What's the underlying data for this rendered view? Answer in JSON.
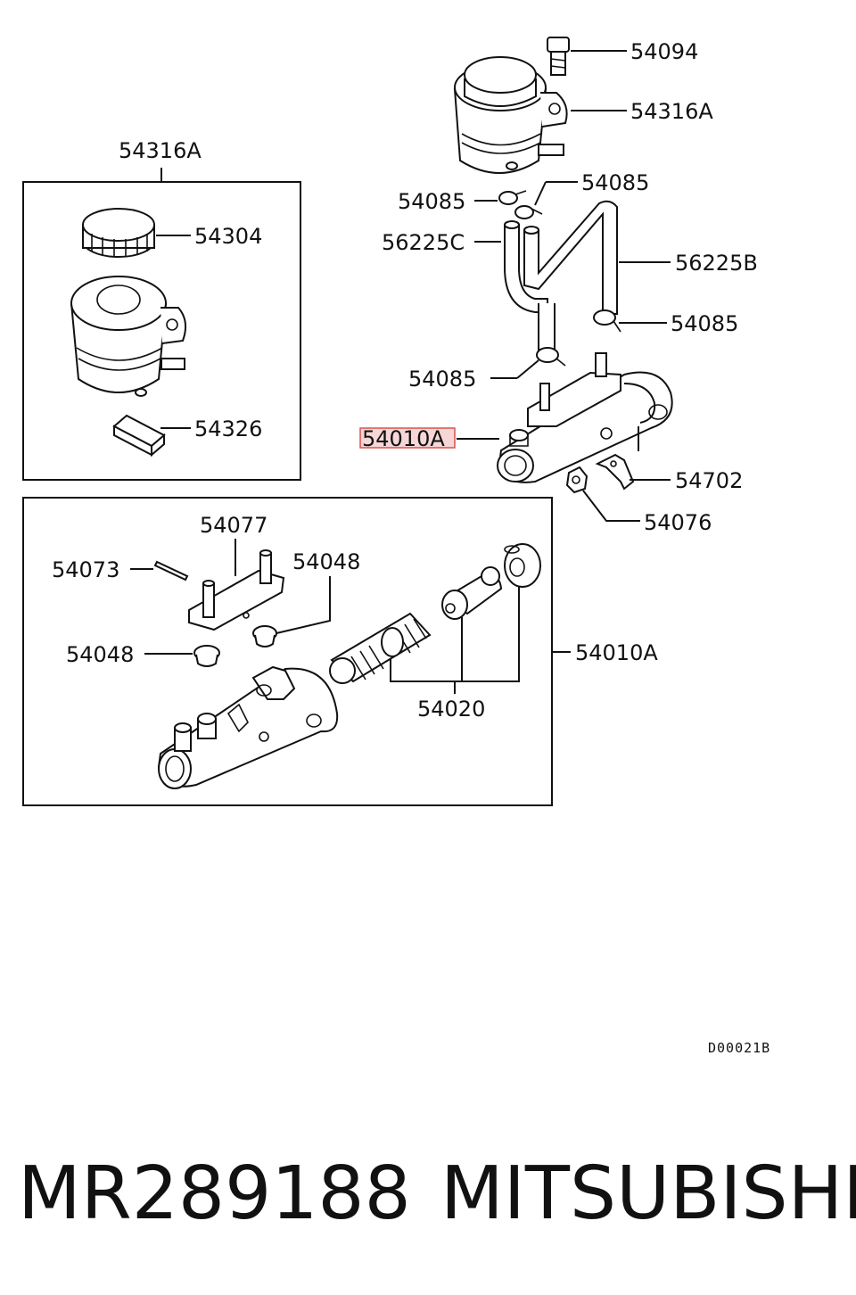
{
  "colors": {
    "line": "#111111",
    "highlight": "#d9534f",
    "highlight_fill": "#f6d6d6",
    "background": "#ffffff"
  },
  "labels": {
    "p54094": "54094",
    "p54316a_top": "54316A",
    "p54316a_box": "54316A",
    "p54304": "54304",
    "p54326": "54326",
    "p54085_a": "54085",
    "p54085_b": "54085",
    "p56225c": "56225C",
    "p56225b": "56225B",
    "p54085_c": "54085",
    "p54085_d": "54085",
    "p54010a_highlight": "54010A",
    "p54702": "54702",
    "p54076": "54076",
    "p54077": "54077",
    "p54073": "54073",
    "p54048_a": "54048",
    "p54048_b": "54048",
    "p54010a_box": "54010A",
    "p54020": "54020"
  },
  "diagram_code": "D00021B",
  "footer": {
    "part_number": "MR289188",
    "brand": "MITSUBISHI"
  }
}
